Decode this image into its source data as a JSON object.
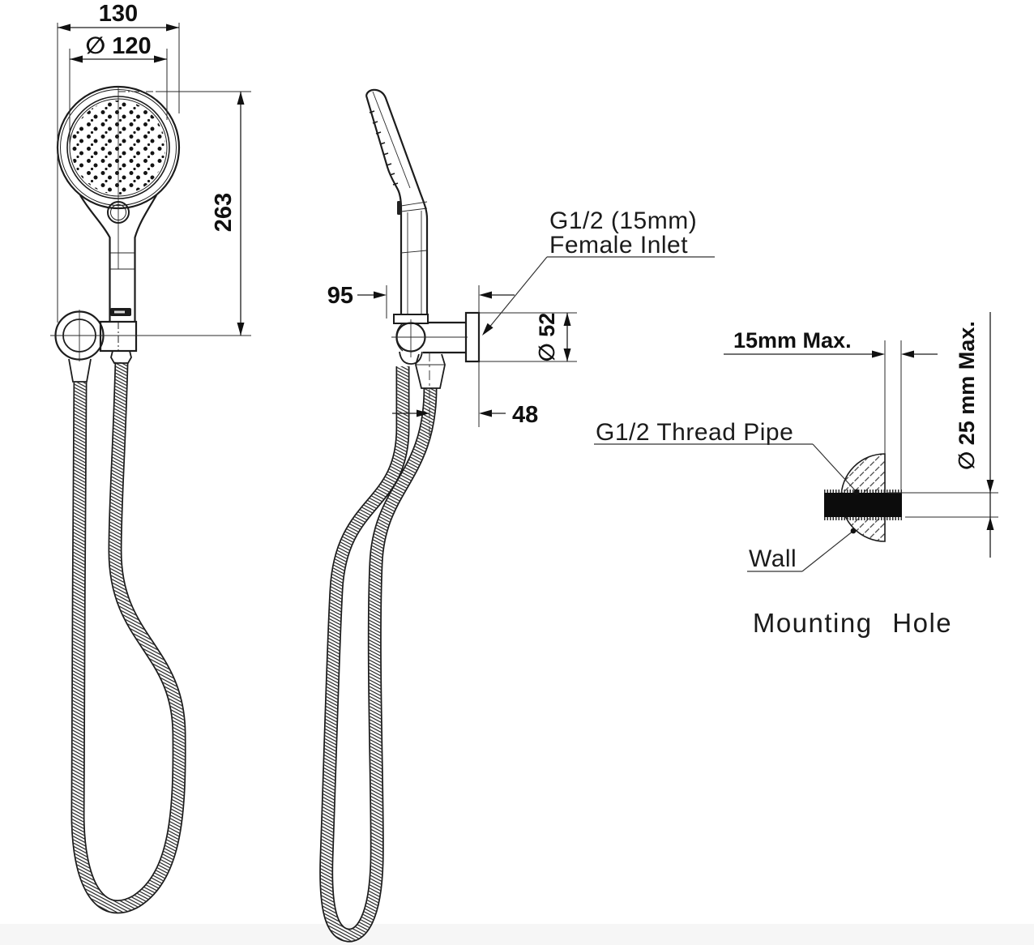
{
  "drawing": {
    "front_view": {
      "dim_width": "130",
      "dim_face_diameter": "∅ 120",
      "dim_height": "263"
    },
    "side_view": {
      "dim_depth": "95",
      "dim_wall_offset": "48",
      "dim_bracket_diameter": "∅ 52",
      "inlet_label_line1": "G1/2 (15mm)",
      "inlet_label_line2": "Female Inlet"
    },
    "mounting_detail": {
      "title": "Mounting Hole",
      "dim_protrusion": "15mm Max.",
      "dim_hole_diameter": "∅ 25 mm Max.",
      "label_thread_pipe": "G1/2 Thread Pipe",
      "label_wall": "Wall"
    },
    "colors": {
      "line": "#1c1c1c",
      "background": "#ffffff",
      "footer_band": "#f6f6f6"
    }
  }
}
